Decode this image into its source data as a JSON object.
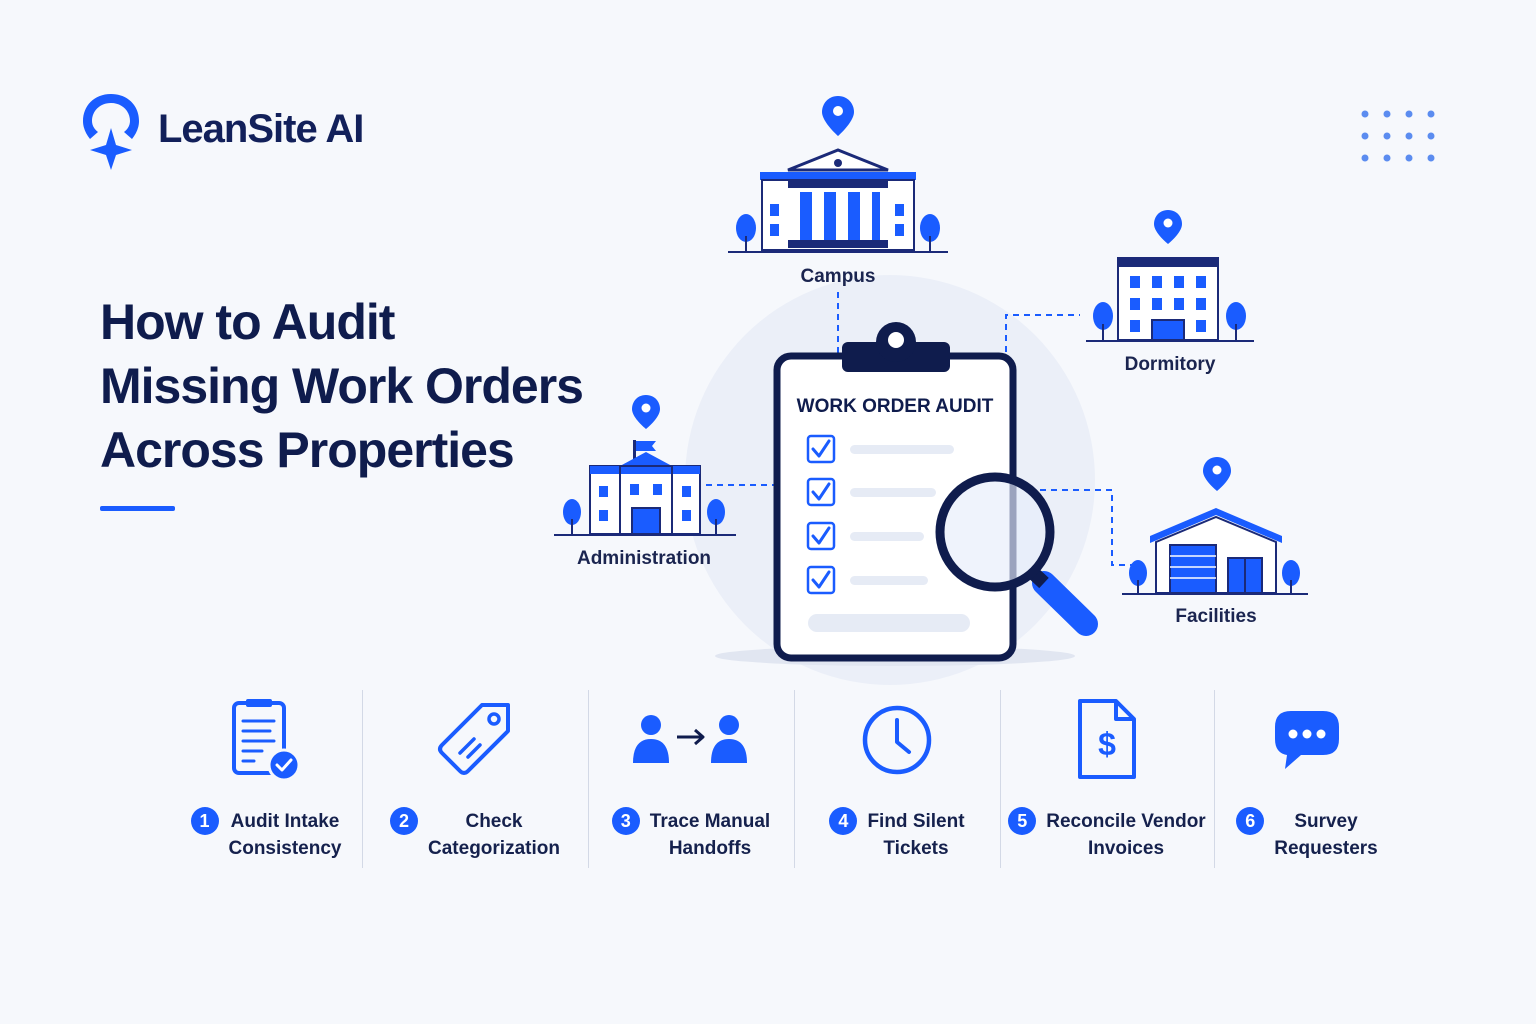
{
  "brand": {
    "name": "LeanSite AI",
    "logo_icon": "location-star-icon",
    "color": "#1a5cff"
  },
  "headline": {
    "lines": [
      "How to Audit",
      "Missing Work Orders",
      "Across Properties"
    ]
  },
  "clipboard": {
    "title": "WORK ORDER AUDIT",
    "checked_items": 4
  },
  "properties": [
    {
      "label": "Campus",
      "icon": "campus-building-icon"
    },
    {
      "label": "Dormitory",
      "icon": "dormitory-building-icon"
    },
    {
      "label": "Administration",
      "icon": "administration-building-icon"
    },
    {
      "label": "Facilities",
      "icon": "facilities-warehouse-icon"
    }
  ],
  "steps": [
    {
      "number": "1",
      "lines": [
        "Audit Intake",
        "Consistency"
      ],
      "icon": "document-check-icon"
    },
    {
      "number": "2",
      "lines": [
        "Check",
        "Categorization"
      ],
      "icon": "tag-icon"
    },
    {
      "number": "3",
      "lines": [
        "Trace Manual",
        "Handoffs"
      ],
      "icon": "handoff-people-icon"
    },
    {
      "number": "4",
      "lines": [
        "Find Silent",
        "Tickets"
      ],
      "icon": "clock-icon"
    },
    {
      "number": "5",
      "lines": [
        "Reconcile Vendor",
        "Invoices"
      ],
      "icon": "invoice-dollar-icon"
    },
    {
      "number": "6",
      "lines": [
        "Survey",
        "Requesters"
      ],
      "icon": "chat-bubble-icon"
    }
  ],
  "colors": {
    "primary": "#1a5cff",
    "navy": "#0f1c4d",
    "accent_dark": "#1b2a78"
  }
}
